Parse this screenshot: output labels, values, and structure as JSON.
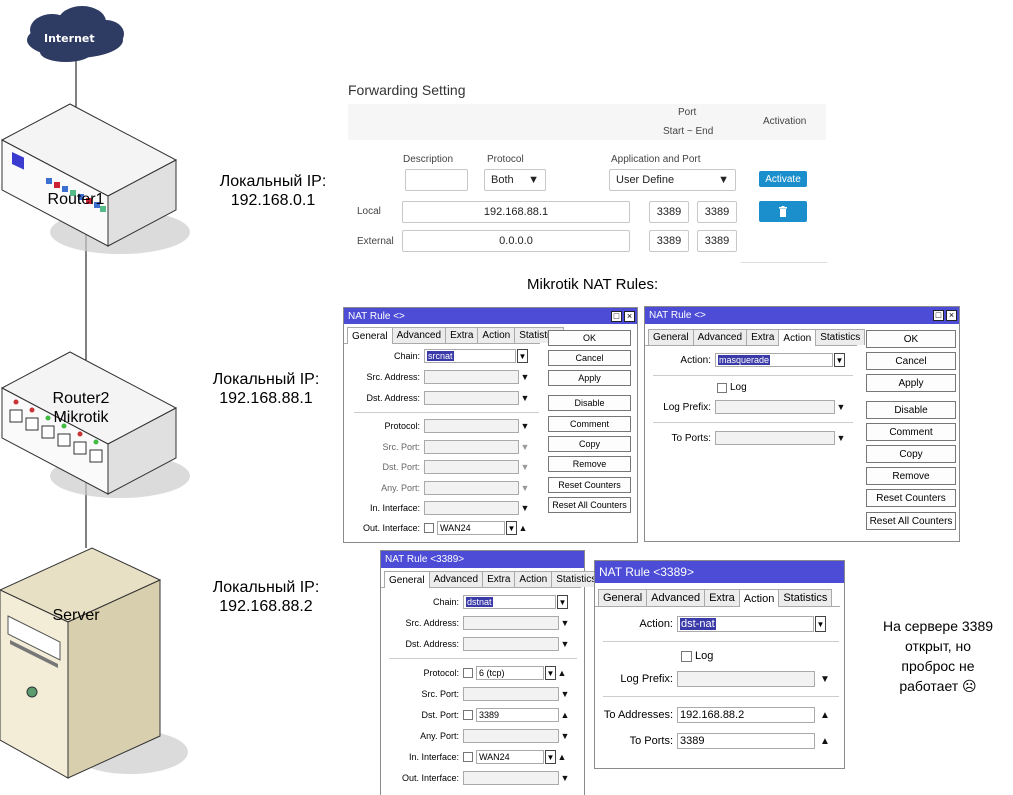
{
  "diagram": {
    "cloud_label": "Internet",
    "router1_label": "Router1",
    "router2_label": "Router2\nMikrotik",
    "server_label": "Server",
    "ip1": "Локальный IP:\n192.168.0.1",
    "ip2": "Локальный IP:\n192.168.88.1",
    "ip3": "Локальный IP:\n192.168.88.2"
  },
  "forwarding": {
    "title": "Forwarding Setting",
    "port_header": "Port",
    "port_range": "Start ~ End",
    "activation_header": "Activation",
    "col_description": "Description",
    "col_protocol": "Protocol",
    "col_app_port": "Application and Port",
    "description_value": "",
    "protocol_value": "Both",
    "app_port_value": "User Define",
    "activate_label": "Activate",
    "local_label": "Local",
    "local_ip": "192.168.88.1",
    "local_port_start": "3389",
    "local_port_end": "3389",
    "external_label": "External",
    "external_ip": "0.0.0.0",
    "external_port_start": "3389",
    "external_port_end": "3389"
  },
  "nat_caption": "Mikrotik NAT Rules:",
  "win1": {
    "title": "NAT Rule <>",
    "tabs": [
      "General",
      "Advanced",
      "Extra",
      "Action",
      "Statistics"
    ],
    "fields": {
      "chain_label": "Chain:",
      "chain_value": "srcnat",
      "src_addr_label": "Src. Address:",
      "dst_addr_label": "Dst. Address:",
      "protocol_label": "Protocol:",
      "src_port_label": "Src. Port:",
      "dst_port_label": "Dst. Port:",
      "any_port_label": "Any. Port:",
      "in_iface_label": "In. Interface:",
      "out_iface_label": "Out. Interface:",
      "out_iface_value": "WAN24"
    },
    "buttons": [
      "OK",
      "Cancel",
      "Apply",
      "Disable",
      "Comment",
      "Copy",
      "Remove",
      "Reset Counters",
      "Reset All Counters"
    ]
  },
  "win2": {
    "title": "NAT Rule <>",
    "tabs": [
      "General",
      "Advanced",
      "Extra",
      "Action",
      "Statistics"
    ],
    "fields": {
      "action_label": "Action:",
      "action_value": "masquerade",
      "log_label": "Log",
      "log_prefix_label": "Log Prefix:",
      "to_ports_label": "To Ports:"
    },
    "buttons": [
      "OK",
      "Cancel",
      "Apply",
      "Disable",
      "Comment",
      "Copy",
      "Remove",
      "Reset Counters",
      "Reset All Counters"
    ]
  },
  "win3": {
    "title": "NAT Rule <3389>",
    "tabs": [
      "General",
      "Advanced",
      "Extra",
      "Action",
      "Statistics"
    ],
    "fields": {
      "chain_label": "Chain:",
      "chain_value": "dstnat",
      "src_addr_label": "Src. Address:",
      "dst_addr_label": "Dst. Address:",
      "protocol_label": "Protocol:",
      "protocol_value": "6 (tcp)",
      "src_port_label": "Src. Port:",
      "dst_port_label": "Dst. Port:",
      "dst_port_value": "3389",
      "any_port_label": "Any. Port:",
      "in_iface_label": "In. Interface:",
      "in_iface_value": "WAN24",
      "out_iface_label": "Out. Interface:"
    }
  },
  "win4": {
    "title": "NAT Rule <3389>",
    "tabs": [
      "General",
      "Advanced",
      "Extra",
      "Action",
      "Statistics"
    ],
    "fields": {
      "action_label": "Action:",
      "action_value": "dst-nat",
      "log_label": "Log",
      "log_prefix_label": "Log Prefix:",
      "to_addresses_label": "To Addresses:",
      "to_addresses_value": "192.168.88.2",
      "to_ports_label": "To Ports:",
      "to_ports_value": "3389"
    }
  },
  "note": "На сервере 3389\nоткрыт, но\nпроброс не\nработает ☹",
  "colors": {
    "titlebar": "#4c4cd6",
    "activate": "#1b8fcc",
    "cloud": "#2e3b63"
  }
}
